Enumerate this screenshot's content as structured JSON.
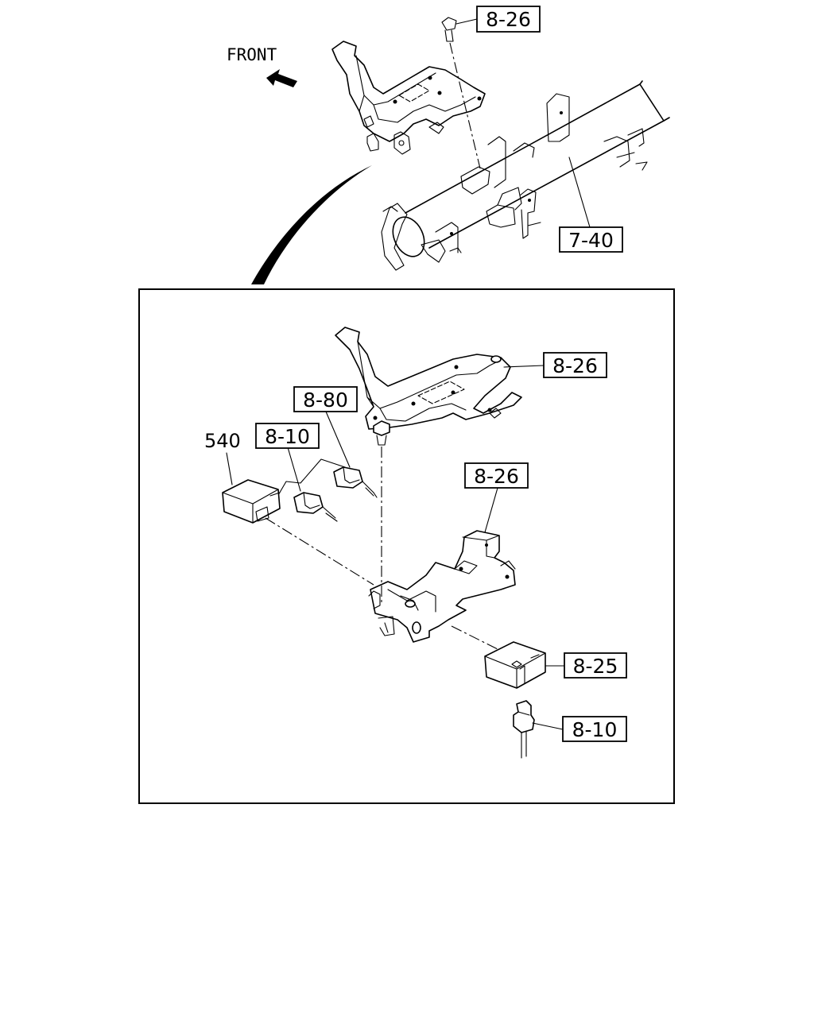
{
  "front_label": "FRONT",
  "callouts": {
    "top_bolt": "8-26",
    "cross_beam": "7-40",
    "upper_bracket": "8-26",
    "lower_bracket": "8-26",
    "connector_a": "8-80",
    "connector_b": "8-10",
    "relay_left": "540",
    "relay_right": "8-25",
    "connector_c": "8-10"
  }
}
